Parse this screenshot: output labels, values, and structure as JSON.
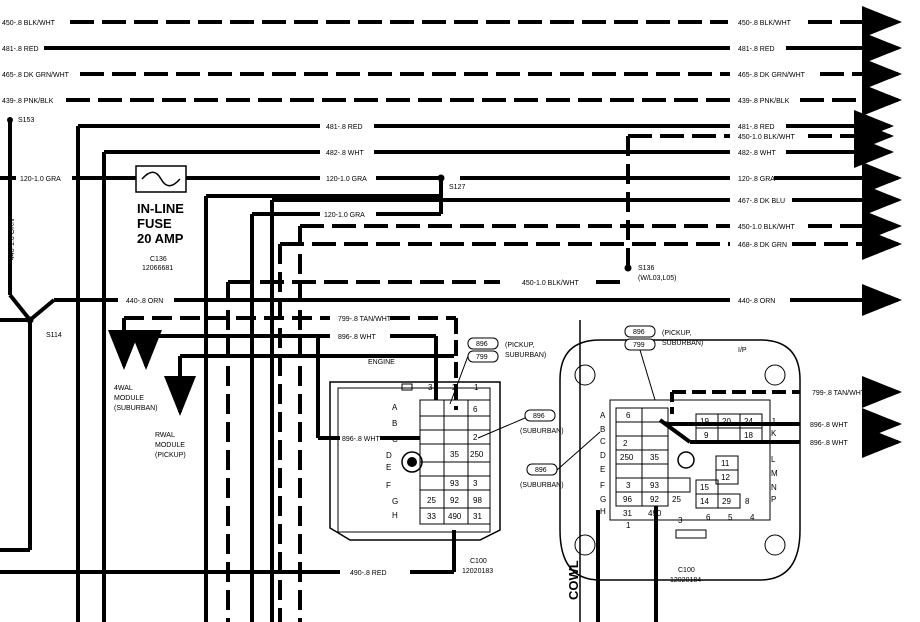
{
  "wires": {
    "w450_top": "450-.8 BLK/WHT",
    "w481": "481-.8 RED",
    "w465": "465-.8 DK GRN/WHT",
    "w439": "439-.8 PNK/BLK",
    "w440_10": "440-1.0 ORN",
    "w120_10": "120-1.0 GRA",
    "w482": "482-.8 WHT",
    "w450_10": "450-1.0 BLK/WHT",
    "w120_08": "120-.8 GRA",
    "w467": "467-.8 DK BLU",
    "w468": "468-.8 DK GRN",
    "w440_08": "440-.8 ORN",
    "w799": "799-.8 TAN/WHT",
    "w896": "896-.8 WHT",
    "w490": "490-.8 RED"
  },
  "splices": {
    "s153": "S153",
    "s114": "S114",
    "s127": "S127",
    "s136": "S136",
    "s136_note": "(W/L03,L05)"
  },
  "fuse": {
    "line1": "IN-LINE",
    "line2": "FUSE",
    "line3": "20 AMP",
    "conn": "C136",
    "part": "12066681"
  },
  "modules": {
    "fourwal_1": "4WAL",
    "fourwal_2": "MODULE",
    "fourwal_3": "(SUBURBAN)",
    "rwal_1": "RWAL",
    "rwal_2": "MODULE",
    "rwal_3": "(PICKUP)"
  },
  "engine_conn": {
    "label": "ENGINE",
    "conn": "C100",
    "part": "12020183",
    "top_nums": [
      "3",
      "2",
      "1"
    ],
    "rows": [
      "A",
      "B",
      "C",
      "D",
      "E",
      "F",
      "G",
      "H"
    ],
    "cavities": {
      "c6": "6",
      "c2": "2",
      "c35": "35",
      "c250": "250",
      "c93": "93",
      "c3": "3",
      "c25": "25",
      "c92": "92",
      "c98": "98",
      "c33": "33",
      "c490": "490",
      "c31": "31"
    }
  },
  "ip_conn": {
    "label": "I/P",
    "conn": "C100",
    "part": "12020184",
    "left_rows": [
      "A",
      "B",
      "C",
      "D",
      "E",
      "F",
      "G",
      "H"
    ],
    "right_rows": [
      "J",
      "K",
      "L",
      "M",
      "N",
      "P"
    ],
    "cavities": {
      "c6": "6",
      "c2": "2",
      "c250": "250",
      "c35": "35",
      "c3": "3",
      "c93": "93",
      "c96": "96",
      "c92": "92",
      "c25": "25",
      "c31": "31",
      "c490": "490",
      "c19": "19",
      "c20": "20",
      "c24": "24",
      "c9": "9",
      "c18": "18",
      "c11": "11",
      "c12": "12",
      "c15": "15",
      "c14": "14",
      "c29": "29",
      "c8": "8"
    },
    "bottom_nums": [
      "1",
      "3",
      "6",
      "5",
      "4"
    ]
  },
  "callouts": {
    "c896": "896",
    "c799": "799",
    "pickup_suburban_1": "(PICKUP,",
    "pickup_suburban_2": "SUBURBAN)",
    "suburban": "(SUBURBAN)"
  },
  "cowl": "COWL"
}
